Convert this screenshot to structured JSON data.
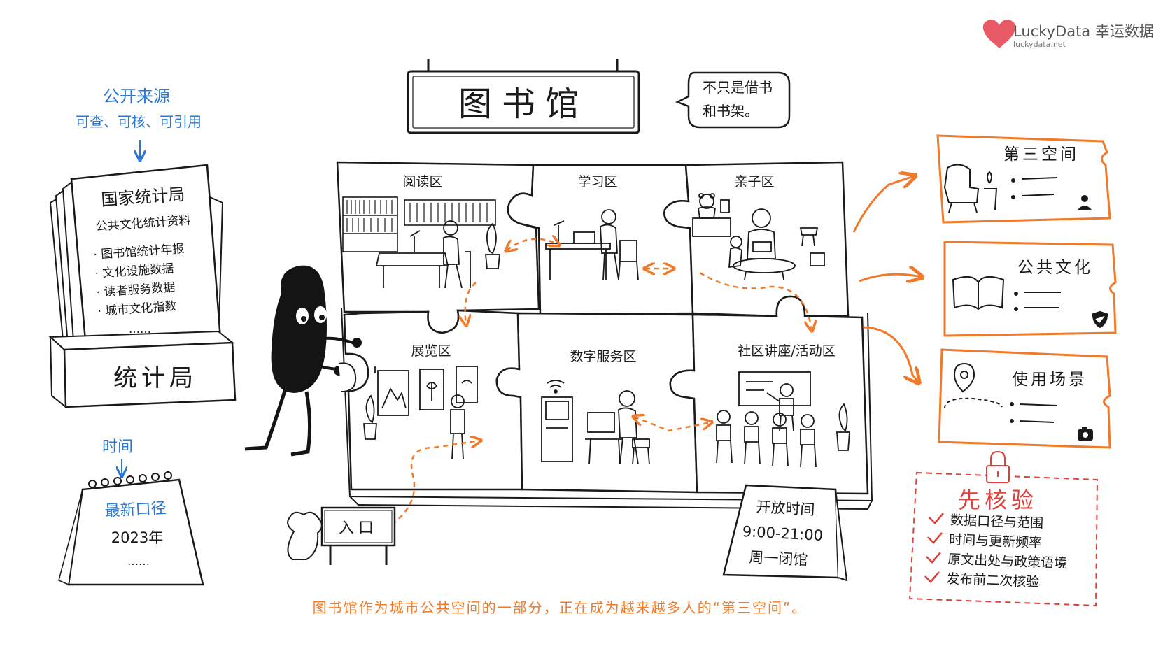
{
  "brand": {
    "name": "LuckyData 幸运数据",
    "url": "luckydata.net",
    "color": "#e85a66"
  },
  "colors": {
    "orange": "#f07a2a",
    "blue": "#2a78d6",
    "red": "#e0403a",
    "ink": "#1a1a1a"
  },
  "title": "图书馆",
  "bubble": {
    "line1": "不只是借书",
    "line2": "和书架。"
  },
  "sources": {
    "header": "公开来源",
    "subheader": "可查、可核、可引用",
    "doc_title": "国家统计局",
    "doc_subtitle": "公共文化统计资料",
    "items": [
      "· 图书馆统计年报",
      "· 文化设施数据",
      "· 读者服务数据",
      "· 城市文化指数"
    ],
    "ellipsis": "……",
    "box_label": "统计局"
  },
  "time": {
    "header": "时间",
    "cal_title": "最新口径",
    "cal_year": "2023年",
    "cal_ellipsis": "……"
  },
  "zones": [
    {
      "label": "阅读区"
    },
    {
      "label": "学习区"
    },
    {
      "label": "亲子区"
    },
    {
      "label": "展览区"
    },
    {
      "label": "数字服务区"
    },
    {
      "label": "社区讲座/活动区"
    }
  ],
  "entrance": "入口",
  "hours": {
    "title": "开放时间",
    "time": "9:00-21:00",
    "closed": "周一闭馆"
  },
  "cards": [
    {
      "title": "第三空间",
      "icon": "person-icon"
    },
    {
      "title": "公共文化",
      "icon": "shield-check-icon"
    },
    {
      "title": "使用场景",
      "icon": "camera-icon"
    }
  ],
  "verify": {
    "title": "先核验",
    "items": [
      "数据口径与范围",
      "时间与更新频率",
      "原文出处与政策语境",
      "发布前二次核验"
    ]
  },
  "caption": "图书馆作为城市公共空间的一部分，正在成为越来越多人的“第三空间”。"
}
